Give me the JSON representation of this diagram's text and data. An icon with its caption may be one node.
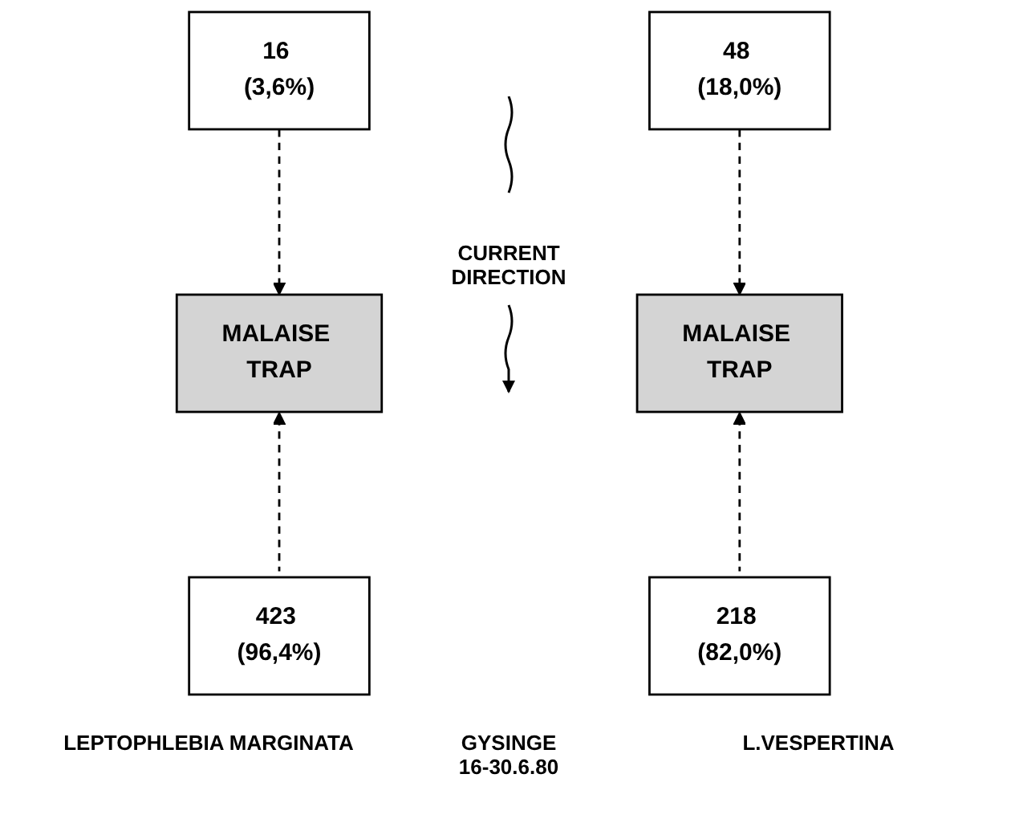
{
  "diagram": {
    "nodes": [
      {
        "text": [
          "16 (3,6%)"
        ]
      },
      {
        "text": [
          "MALAISE TRAP"
        ]
      },
      {
        "text": [
          "423 (96,4%)"
        ]
      },
      {
        "text": [
          "48 (18,0%)"
        ]
      },
      {
        "text": [
          "MALAISE TRAP"
        ]
      },
      {
        "text": [
          "218 (82,0%)"
        ]
      }
    ],
    "edges": [
      {
        "from": 0,
        "to": 1,
        "arrow": "to",
        "style": "dashed"
      },
      {
        "from": 2,
        "to": 1,
        "arrow": "to",
        "style": "dashed"
      },
      {
        "from": 3,
        "to": 4,
        "arrow": "to",
        "style": "dashed"
      },
      {
        "from": 5,
        "to": 4,
        "arrow": "to",
        "style": "dashed"
      }
    ],
    "labels": [
      "CURRENT DIRECTION",
      "LEPTOPHLEBIA MARGINATA",
      "GYSINGE 16-30.6.80",
      "L.VESPERTINA"
    ]
  }
}
